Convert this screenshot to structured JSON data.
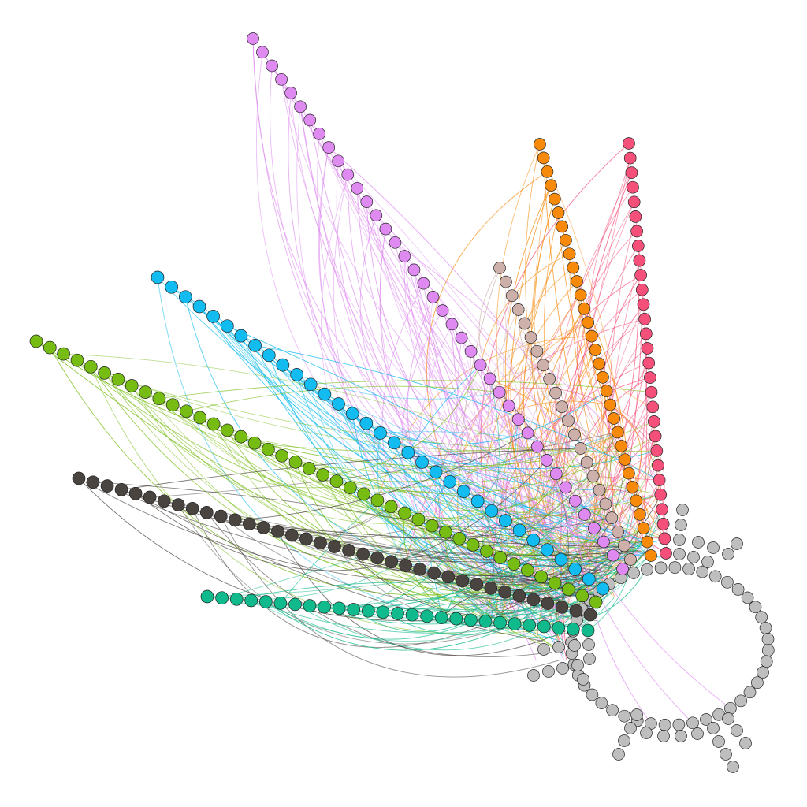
{
  "figure": {
    "kind": "hive-style arc network",
    "background": "#ffffff",
    "node_outline": "#222222"
  },
  "chart_data": {
    "type": "network",
    "node_groups": [
      {
        "key": "magenta",
        "color": "#F4507A",
        "node_count": 29,
        "edges_per_node": 1.2
      },
      {
        "key": "orange",
        "color": "#F78A0A",
        "node_count": 31,
        "edges_per_node": 1.2
      },
      {
        "key": "tan",
        "color": "#CEB0AA",
        "node_count": 22,
        "edges_per_node": 1.0
      },
      {
        "key": "violet",
        "color": "#DE8AF0",
        "node_count": 40,
        "edges_per_node": 2.0
      },
      {
        "key": "sky-blue",
        "color": "#12BCF0",
        "node_count": 33,
        "edges_per_node": 1.6
      },
      {
        "key": "lime",
        "color": "#76BC12",
        "node_count": 42,
        "edges_per_node": 1.4
      },
      {
        "key": "charcoal",
        "color": "#4A4440",
        "node_count": 37,
        "edges_per_node": 1.2
      },
      {
        "key": "teal",
        "color": "#10BA8C",
        "node_count": 27,
        "edges_per_node": 1.4
      },
      {
        "key": "gray",
        "color": "#BEBEBE",
        "node_count": 80,
        "edges_per_node": 0
      }
    ],
    "edge_style": "curved arcs, colored by source group",
    "labels_shown": false
  }
}
